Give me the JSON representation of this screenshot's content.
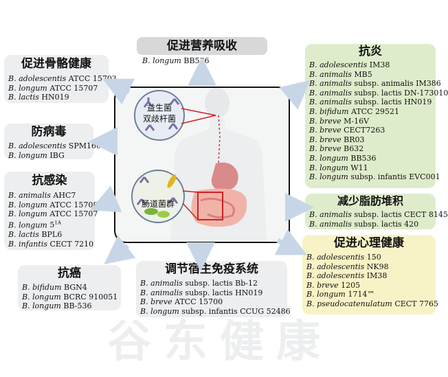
{
  "center": {
    "probiotic_label_1": "益生菌",
    "probiotic_label_2": "双歧杆菌",
    "gut_label": "肠道菌群"
  },
  "watermark": "谷东健康",
  "panels": {
    "nutrient": {
      "title": "促进营养吸收",
      "items": [
        {
          "species": "B. longum",
          "strain": "BB536"
        }
      ]
    },
    "bone": {
      "title": "促进骨骼健康",
      "items": [
        {
          "species": "B. adolescentis",
          "strain": "ATCC 15703"
        },
        {
          "species": "B. longum",
          "strain": "ATCC 15707"
        },
        {
          "species": "B. lactis",
          "strain": "HN019"
        }
      ]
    },
    "antivirus": {
      "title": "防病毒",
      "items": [
        {
          "species": "B. adolescentis",
          "strain": "SPM1605"
        },
        {
          "species": "B. longum",
          "strain": "IBG"
        }
      ]
    },
    "antiinfection": {
      "title": "抗感染",
      "items": [
        {
          "species": "B. animalis",
          "strain": "AHC7"
        },
        {
          "species": "B. longum",
          "strain": "ATCC 15708"
        },
        {
          "species": "B. longum",
          "strain": "ATCC 15707"
        },
        {
          "species": "B. longum",
          "strain": "5^1A"
        },
        {
          "species": "B. lactis",
          "strain": "BPL6"
        },
        {
          "species": "B. infantis",
          "strain": "CECT 7210"
        }
      ]
    },
    "anticancer": {
      "title": "抗癌",
      "items": [
        {
          "species": "B. bifidum",
          "strain": "BGN4"
        },
        {
          "species": "B. longum",
          "strain": "BCRC 910051"
        },
        {
          "species": "B. longum",
          "strain": "BB-536"
        }
      ]
    },
    "immune": {
      "title": "调节宿主免疫系统",
      "items": [
        {
          "species": "B. animalis",
          "strain": "subsp. lactis Bb-12"
        },
        {
          "species": "B. animalis",
          "strain": "subsp. lactis HN019"
        },
        {
          "species": "B. breve",
          "strain": "ATCC 15700"
        },
        {
          "species": "B. longum",
          "strain": "subsp. infantis CCUG 52486"
        }
      ]
    },
    "antiinflammatory": {
      "title": "抗炎",
      "items": [
        {
          "species": "B. adolescentis",
          "strain": "IM38"
        },
        {
          "species": "B. animalis",
          "strain": "MB5"
        },
        {
          "species": "B. animalis",
          "strain": "subsp. animalis IM386"
        },
        {
          "species": "B. animalis",
          "strain": "subsp. lactis DN-173010"
        },
        {
          "species": "B. animalis",
          "strain": "subsp. lactis HN019"
        },
        {
          "species": "B. bifidum",
          "strain": "ATCC 29521"
        },
        {
          "species": "B. breve",
          "strain": "M-16V"
        },
        {
          "species": "B. breve",
          "strain": "CECT7263"
        },
        {
          "species": "B. breve",
          "strain": "BR03"
        },
        {
          "species": "B. breve",
          "strain": "B632"
        },
        {
          "species": "B. longum",
          "strain": "BB536"
        },
        {
          "species": "B. longum",
          "strain": "W11"
        },
        {
          "species": "B. longum",
          "strain": "subsp. infantis EVC001"
        }
      ]
    },
    "fat": {
      "title": "减少脂肪堆积",
      "items": [
        {
          "species": "B. animalis",
          "strain": "subsp. lactis CECT 8145"
        },
        {
          "species": "B. animalis",
          "strain": "subsp. lactis 420"
        }
      ]
    },
    "mental": {
      "title": "促进心理健康",
      "items": [
        {
          "species": "B. adolescentis",
          "strain": "150"
        },
        {
          "species": "B. adolescentis",
          "strain": "NK98"
        },
        {
          "species": "B. adolescentis",
          "strain": "IM38"
        },
        {
          "species": "B. breve",
          "strain": "1205"
        },
        {
          "species": "B. longum",
          "strain": "1714™"
        },
        {
          "species": "B. pseudocatenulatum",
          "strain": "CECT 7765"
        }
      ]
    }
  },
  "colors": {
    "gray_panel": "#eceef0",
    "green_panel": "#dfeccb",
    "yellow_panel": "#f8f3c6",
    "arrow": "#c7d6e6"
  }
}
